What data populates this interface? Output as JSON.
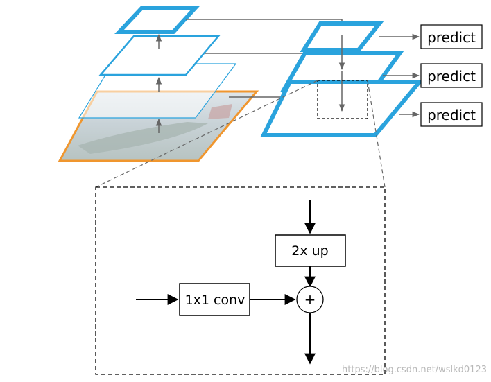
{
  "diagram": {
    "predict_labels": [
      "predict",
      "predict",
      "predict"
    ],
    "upsample_label": "2x up",
    "lateral_label": "1x1 conv",
    "sum_symbol": "+",
    "watermark": "https://blog.csdn.net/wslkd0123"
  },
  "colors": {
    "pyramid_blue": "#2aa3dd",
    "image_orange": "#f0962e",
    "arrow_gray": "#666666",
    "line_black": "#000000"
  }
}
